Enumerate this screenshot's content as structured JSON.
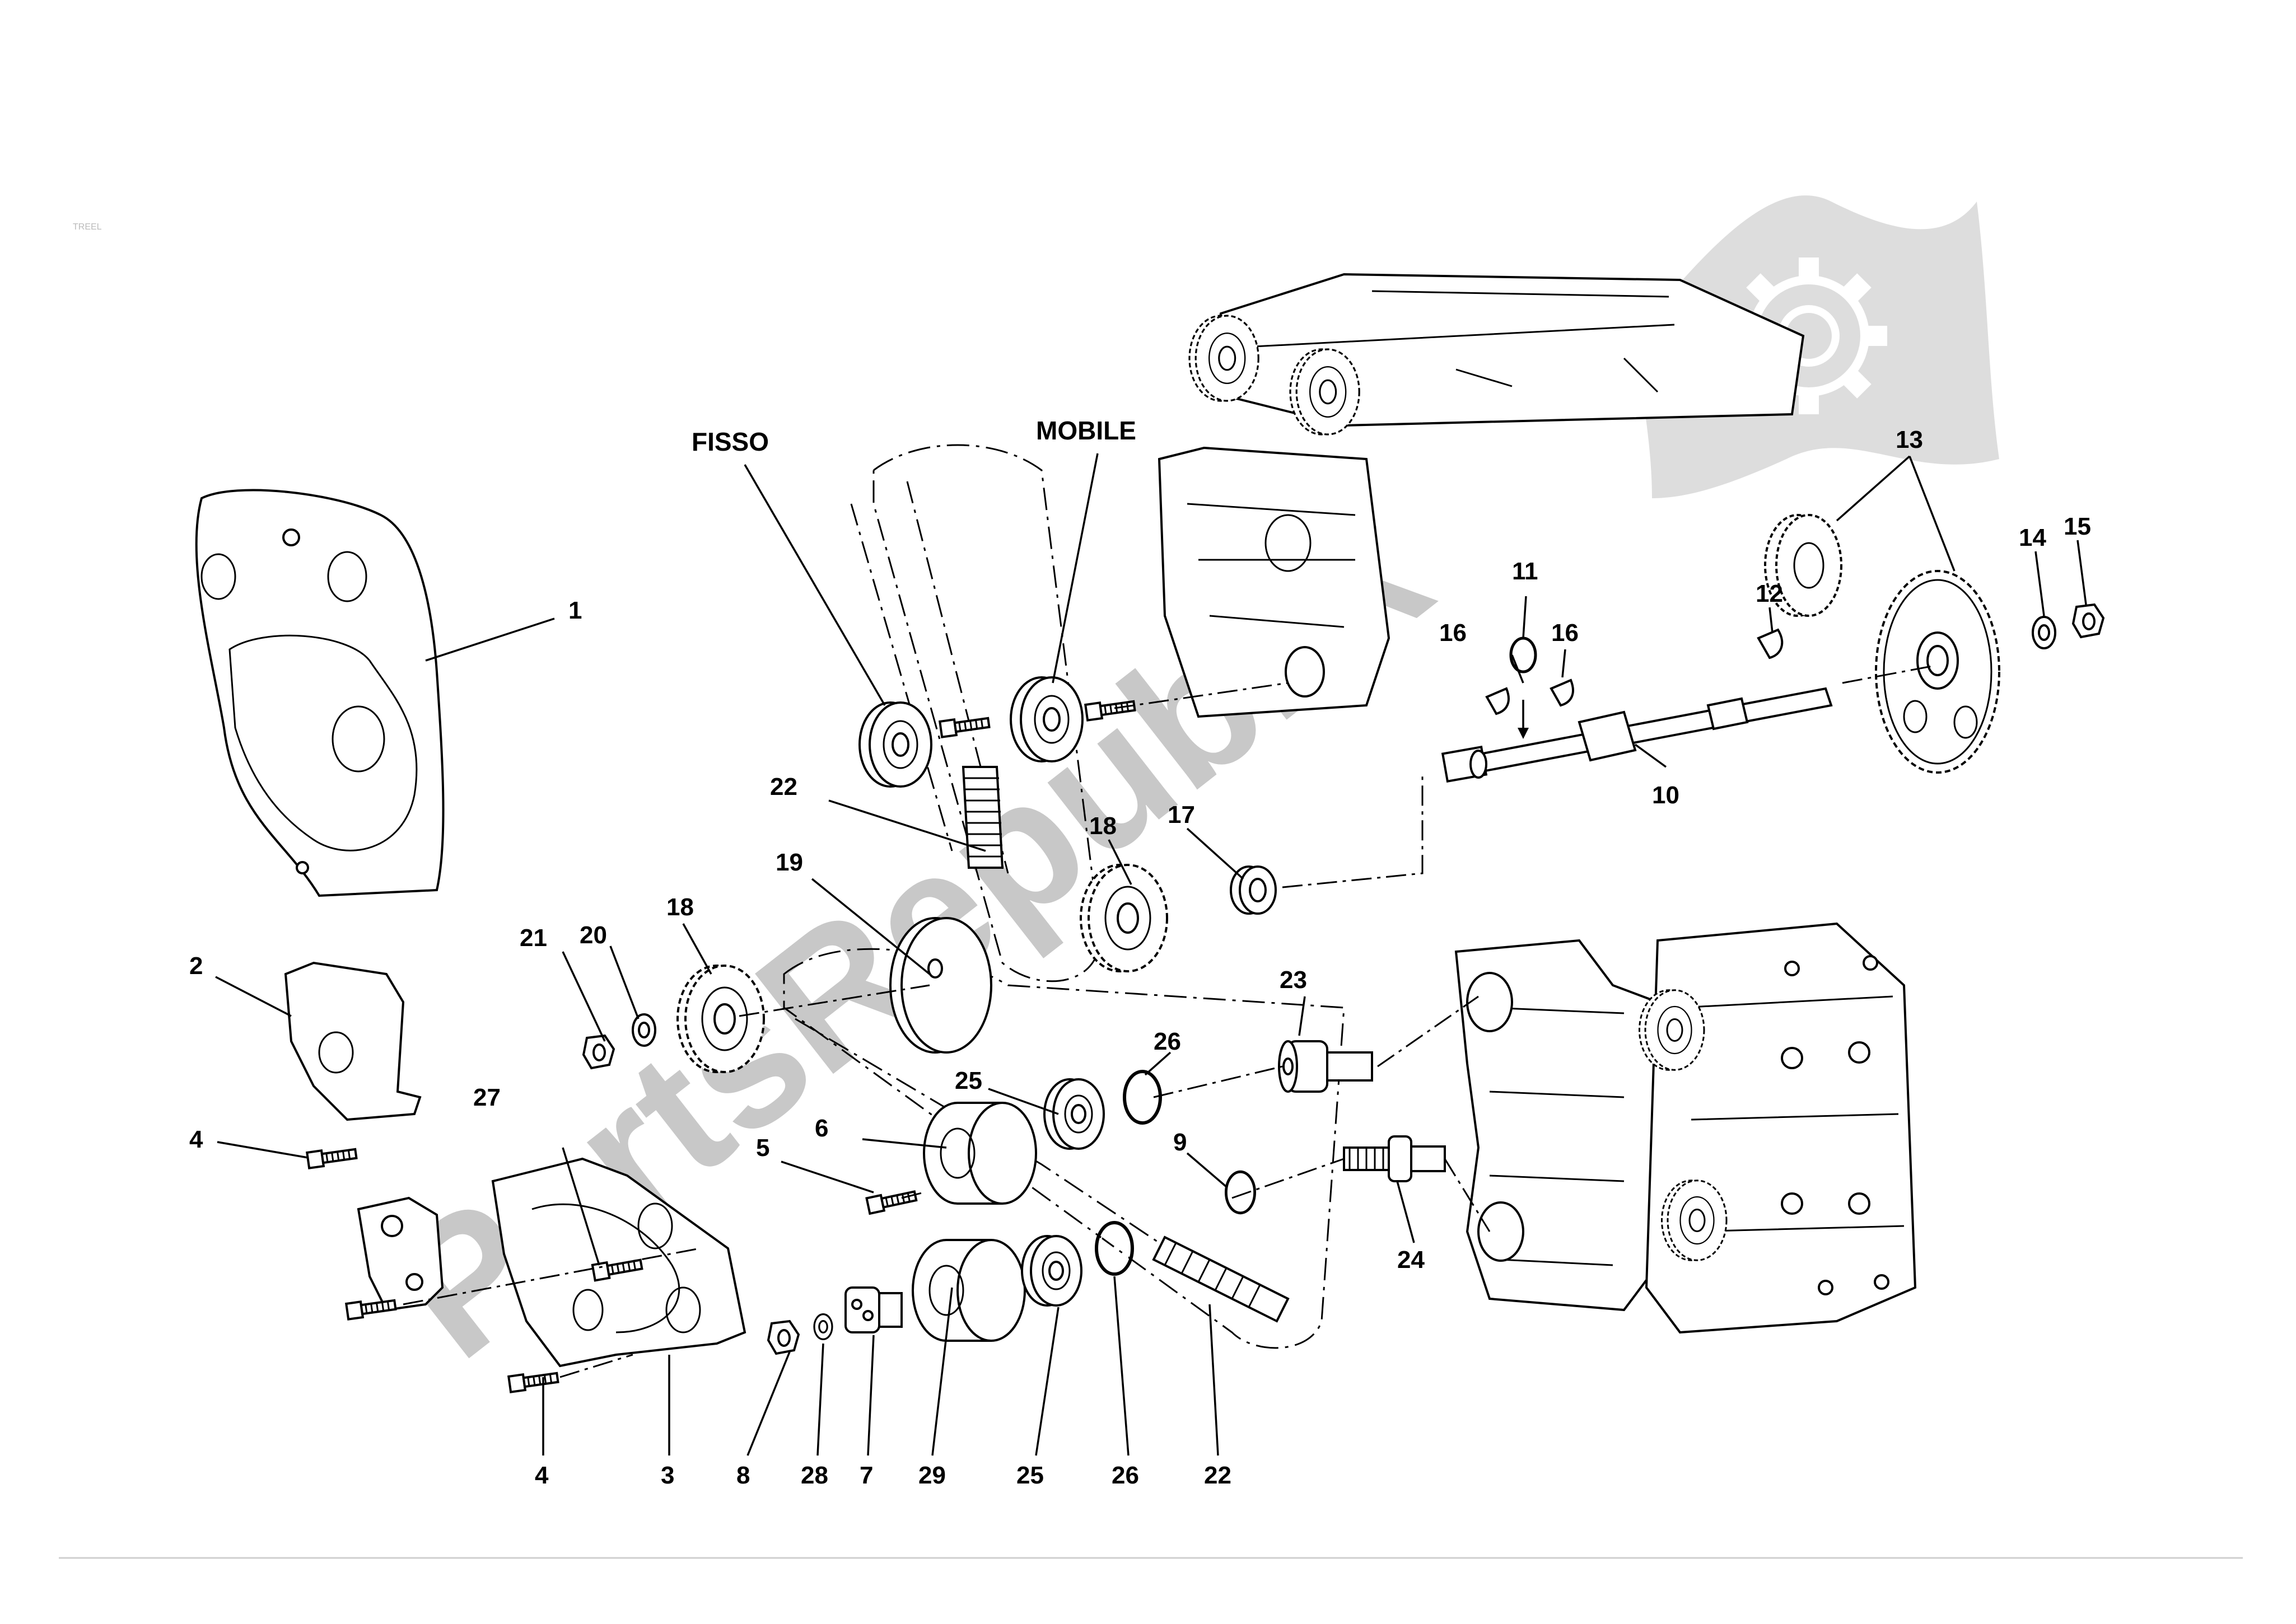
{
  "page": {
    "corner_mark": "TREEL"
  },
  "watermark": {
    "text": "PartsRepublik",
    "color": "#9a9a9a",
    "logo_icon": "gear-flag-logo"
  },
  "labels": {
    "fisso": "FISSO",
    "mobile": "MOBILE",
    "n1": "1",
    "n2": "2",
    "n3": "3",
    "n4a": "4",
    "n4b": "4",
    "n5": "5",
    "n6": "6",
    "n7": "7",
    "n8": "8",
    "n9": "9",
    "n10": "10",
    "n11": "11",
    "n12": "12",
    "n13": "13",
    "n14": "14",
    "n15": "15",
    "n16a": "16",
    "n16b": "16",
    "n17": "17",
    "n18a": "18",
    "n18b": "18",
    "n19": "19",
    "n20": "20",
    "n21": "21",
    "n22a": "22",
    "n22b": "22",
    "n23": "23",
    "n24": "24",
    "n25a": "25",
    "n25b": "25",
    "n26a": "26",
    "n26b": "26",
    "n27": "27",
    "n28": "28",
    "n29": "29"
  }
}
